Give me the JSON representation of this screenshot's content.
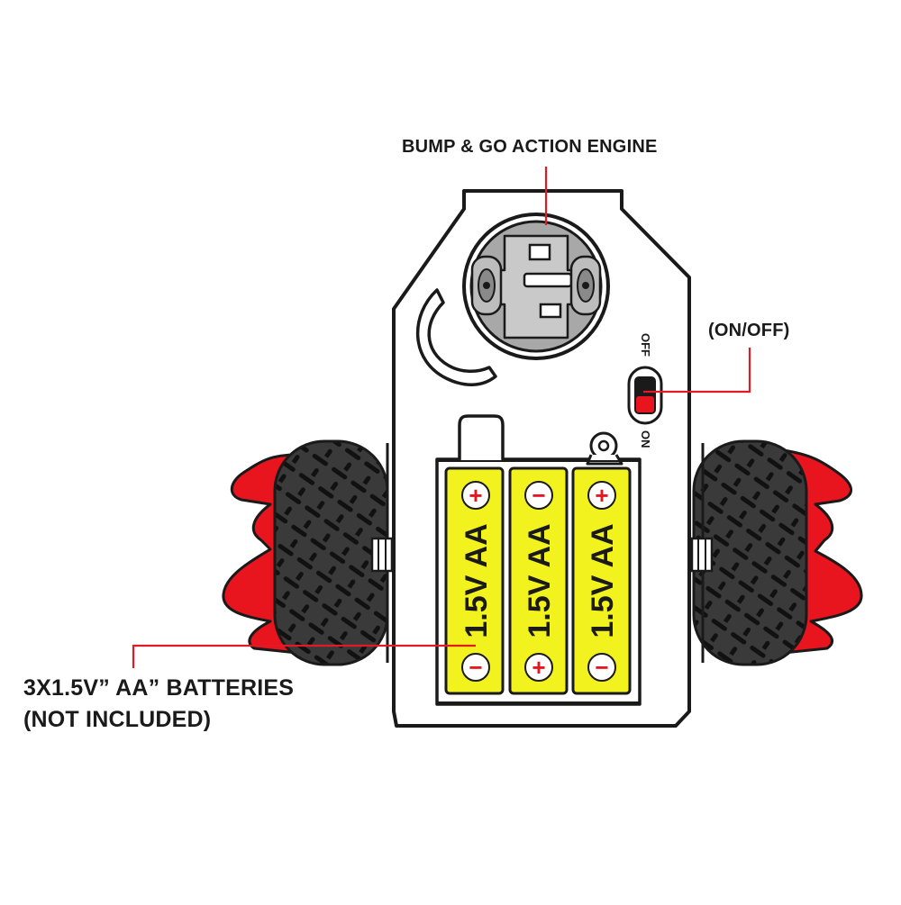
{
  "callouts": {
    "engine": "BUMP & GO ACTION ENGINE",
    "switch": "(ON/OFF)",
    "batteries_line1": "3X1.5V” AA” BATTERIES",
    "batteries_line2": "(NOT INCLUDED)"
  },
  "switch": {
    "off_label": "OFF",
    "on_label": "ON",
    "state": "ON"
  },
  "batteries": [
    {
      "label": "1.5V AA",
      "top_terminal": "+",
      "bottom_terminal": "−"
    },
    {
      "label": "1.5V AA",
      "top_terminal": "−",
      "bottom_terminal": "+"
    },
    {
      "label": "1.5V AA",
      "top_terminal": "+",
      "bottom_terminal": "−"
    }
  ],
  "colors": {
    "outline": "#1a1a1a",
    "tire": "#3a3a3a",
    "tread": "#1a1a1a",
    "hub_red": "#e8141e",
    "battery_yellow": "#f2f21e",
    "leader_red": "#e01b24",
    "engine_grey": "#a8a8a8",
    "switch_red": "#e8141e"
  }
}
